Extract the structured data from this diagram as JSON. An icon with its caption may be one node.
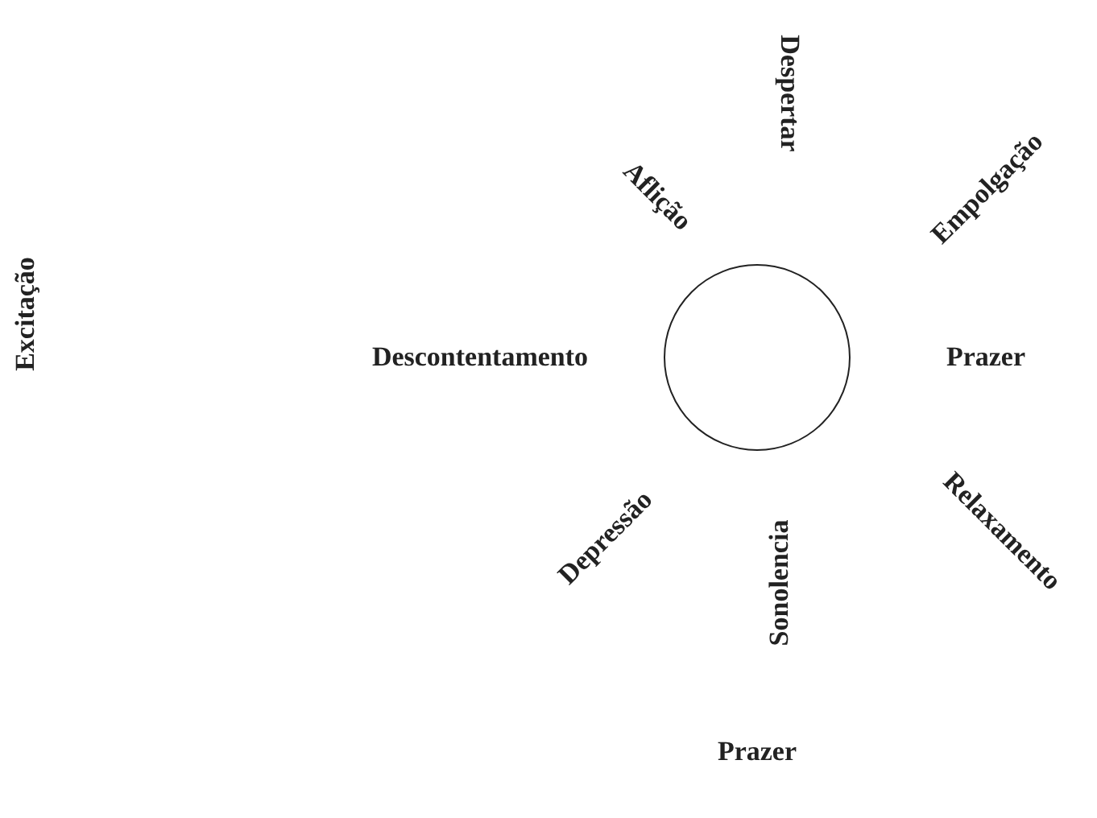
{
  "diagram": {
    "nodes": [
      {
        "text": [],
        "shape": "circle",
        "beside": [
          "Aflição",
          "Despertar",
          "Empolgação",
          "Descontentamento",
          "Prazer",
          "Depressão",
          "Sonolencia",
          "Relaxamento"
        ]
      }
    ],
    "labels": [
      "Excitação",
      "Prazer"
    ]
  }
}
